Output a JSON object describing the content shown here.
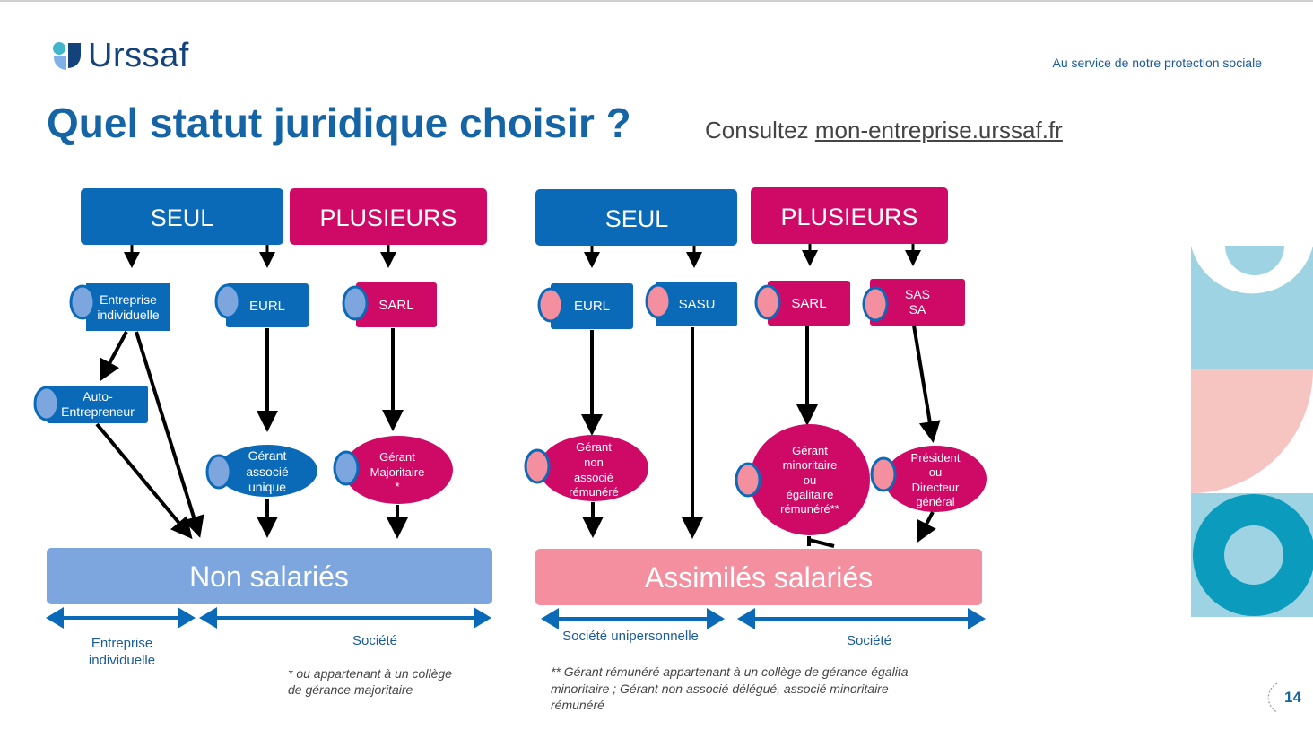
{
  "header": {
    "brand": "Urssaf",
    "tagline": "Au service de notre protection sociale",
    "title": "Quel statut juridique choisir ?",
    "consult_prefix": "Consultez",
    "consult_link": "mon-entreprise.urssaf.fr",
    "page_number": "14"
  },
  "left": {
    "seul": "SEUL",
    "plusieurs": "PLUSIEURS",
    "ei": [
      "Entreprise",
      "individuelle"
    ],
    "eurl": "EURL",
    "sarl": "SARL",
    "auto": [
      "Auto-",
      "Entrepreneur"
    ],
    "gerant_unique": [
      "Gérant",
      "associé",
      "unique"
    ],
    "gerant_majoritaire": [
      "Gérant",
      "Majoritaire",
      "*"
    ],
    "bar": "Non salariés",
    "range_ei": [
      "Entreprise",
      "individuelle"
    ],
    "range_societe": "Société",
    "footnote": [
      "*  ou appartenant à un collège",
      "de gérance majoritaire"
    ]
  },
  "right": {
    "seul": "SEUL",
    "plusieurs": "PLUSIEURS",
    "eurl": "EURL",
    "sasu": "SASU",
    "sarl": "SARL",
    "sas": [
      "SAS",
      "SA"
    ],
    "gerant_non_associe": [
      "Gérant",
      "non",
      "associé",
      "rémunéré"
    ],
    "gerant_minoritaire": [
      "Gérant",
      "minoritaire",
      "ou",
      "égalitaire",
      "rémunéré**"
    ],
    "president": [
      "Président",
      "ou",
      "Directeur",
      "général"
    ],
    "bar": "Assimilés salariés",
    "range_unipersonnelle": "Société unipersonnelle",
    "range_societe": "Société",
    "footnote": [
      "** Gérant rémunéré appartenant à un collège de gérance égalita",
      "minoritaire ; Gérant non associé délégué, associé minoritaire",
      "rémunéré"
    ]
  },
  "colors": {
    "blue": "#0a6ab8",
    "pink": "#cf0a66",
    "light_blue_bar": "#7ea6de",
    "light_pink_bar": "#f48fa0",
    "title_blue": "#1565a6"
  }
}
